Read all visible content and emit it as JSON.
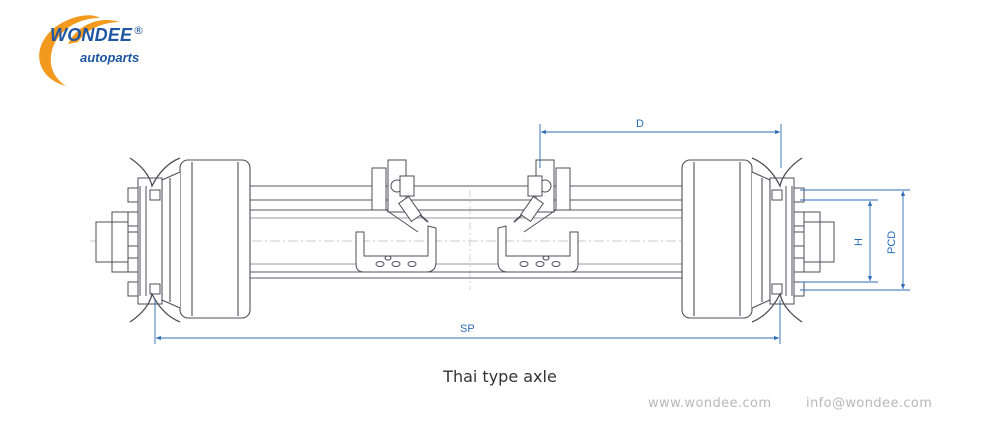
{
  "logo": {
    "brand": "WONDEE",
    "registered": "®",
    "sub": "autoparts",
    "colors": {
      "swoosh": "#f39a1e",
      "text": "#1f57a3"
    }
  },
  "dimensions": {
    "d": "D",
    "sp": "SP",
    "h": "H",
    "pcd": "PCD",
    "color": "#2b6cb5"
  },
  "caption": "Thai type axle",
  "footer": {
    "website": "www.wondee.com",
    "email": "info@wondee.com"
  }
}
